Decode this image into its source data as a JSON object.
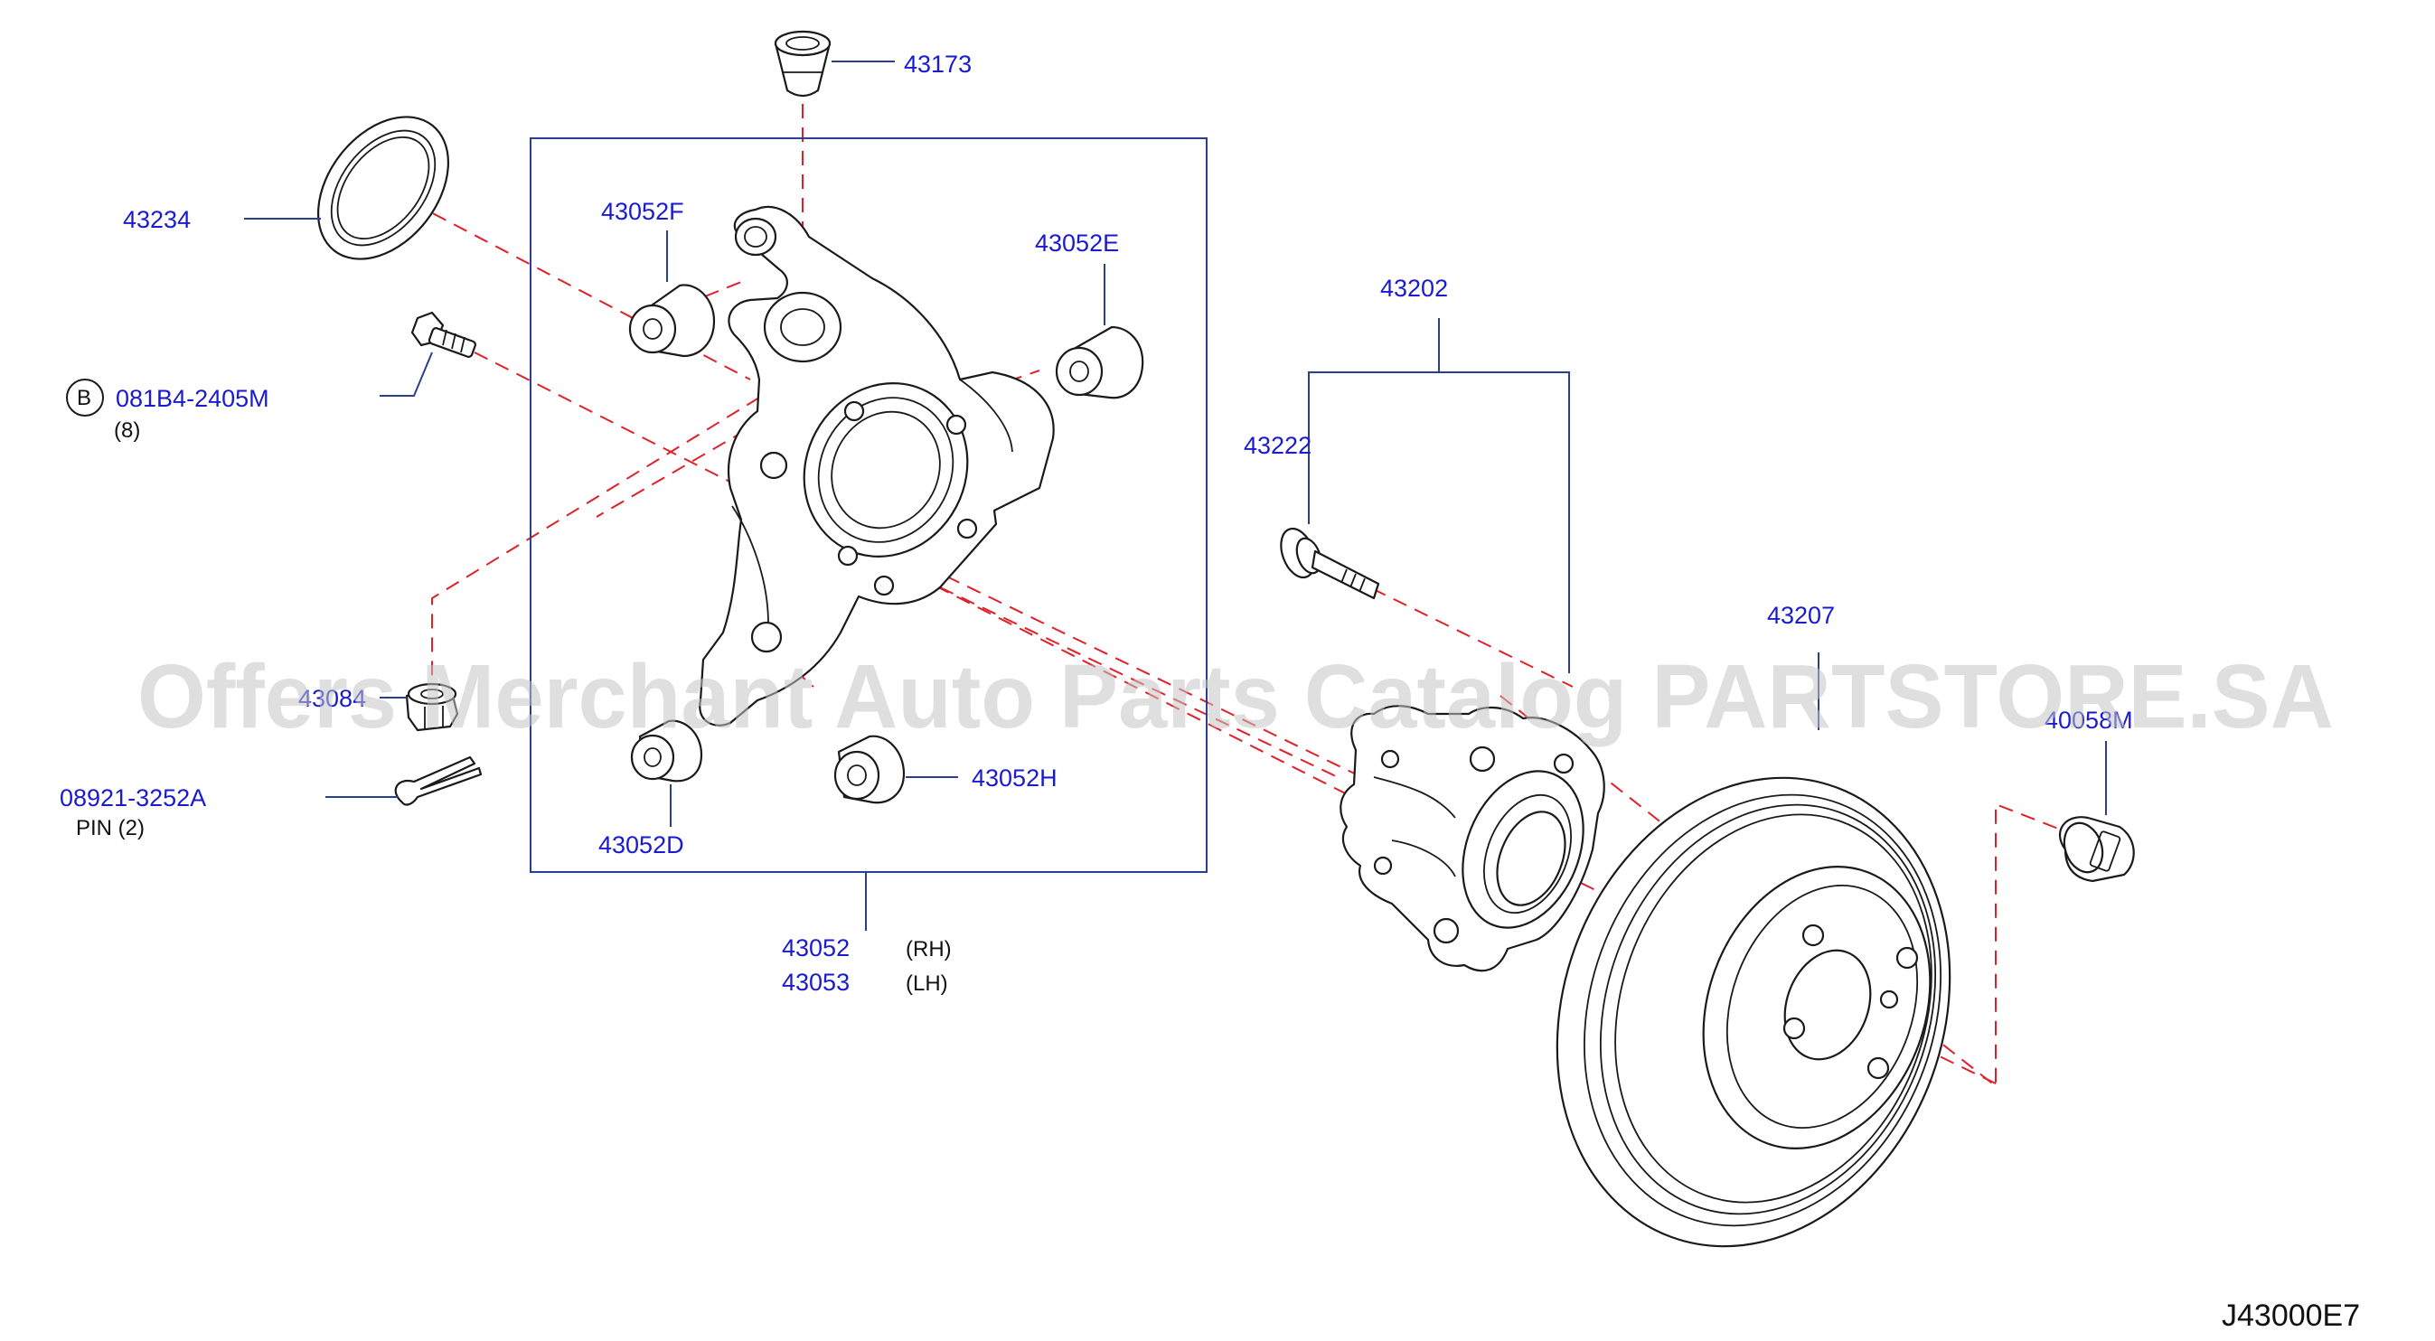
{
  "labels": {
    "p43173": "43173",
    "p43234": "43234",
    "p43052F": "43052F",
    "p43052E": "43052E",
    "p43202": "43202",
    "p43222": "43222",
    "bolt_circle": "B",
    "bolt_code": "081B4-2405M",
    "bolt_qty": "(8)",
    "p43207": "43207",
    "p43084_partial": "43084",
    "p40058_partial": "40058M",
    "pin_code": "08921-3252A",
    "pin_note": "PIN (2)",
    "p43052D": "43052D",
    "p43052H": "43052H",
    "p43052": "43052",
    "p43053": "43053",
    "rh": "(RH)",
    "lh": "(LH)",
    "diagram_code": "J43000E7"
  },
  "watermark": "Offers Merchant Auto Parts Catalog PARTSTORE.SA",
  "colors": {
    "part_number": "#1a1ad0",
    "leader": "#2a3f8f",
    "centerline": "#e0202a",
    "outline": "#1a1a1a",
    "watermark": "#c4c4c4"
  }
}
